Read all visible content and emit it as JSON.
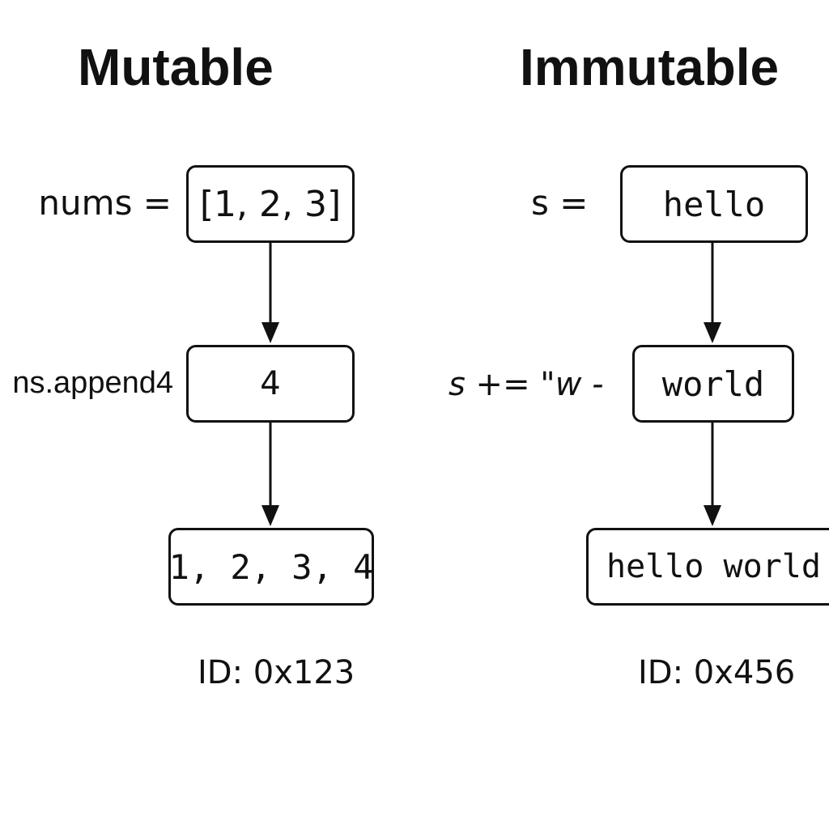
{
  "left": {
    "title": "Mutable",
    "assign_label": "nums =",
    "list_value": "[1, 2, 3]",
    "op_label": "ns.append4",
    "op_value": "4",
    "result_value": "1, 2, 3, 4",
    "id_text": "ID: 0x123"
  },
  "right": {
    "title": "Immutable",
    "assign_label": "s =",
    "str_value": "hello",
    "op_label": "s += \"w -",
    "op_value": "world",
    "result_value": "hello world",
    "id_text": "ID: 0x456"
  },
  "colors": {
    "ink": "#111111",
    "background": "#ffffff"
  }
}
